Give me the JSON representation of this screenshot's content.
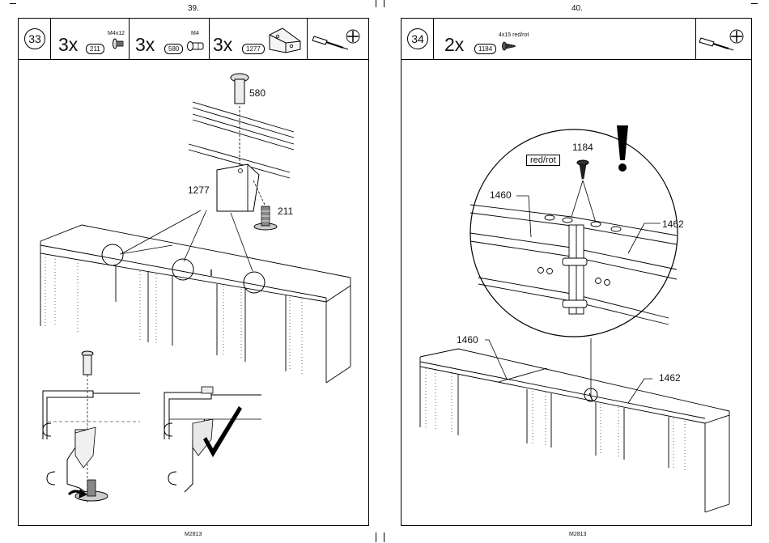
{
  "left_page": {
    "page_number": "39.",
    "footer": "M2813",
    "header": {
      "step": "33",
      "items": [
        {
          "qty": "3x",
          "part": "211",
          "spec": "M4x12"
        },
        {
          "qty": "3x",
          "part": "580",
          "spec": "M4"
        },
        {
          "qty": "3x",
          "part": "1277",
          "spec": ""
        }
      ]
    },
    "callouts": {
      "bolt": "580",
      "bracket": "1277",
      "screw": "211"
    }
  },
  "right_page": {
    "page_number": "40.",
    "footer": "M2813",
    "header": {
      "step": "34",
      "items": [
        {
          "qty": "2x",
          "part": "1184",
          "spec": "4x15 red/rot"
        }
      ]
    },
    "callouts": {
      "screw": "1184",
      "color": "red/rot",
      "detail_left_rail": "1460",
      "detail_right_rail": "1462",
      "overview_left_rail": "1460",
      "overview_right_rail": "1462"
    }
  },
  "icons": [
    "screwdriver-icon",
    "screw-icon",
    "bolt-icon",
    "bracket-icon",
    "exclamation-icon",
    "check-mark-icon",
    "pozidriv-icon"
  ]
}
